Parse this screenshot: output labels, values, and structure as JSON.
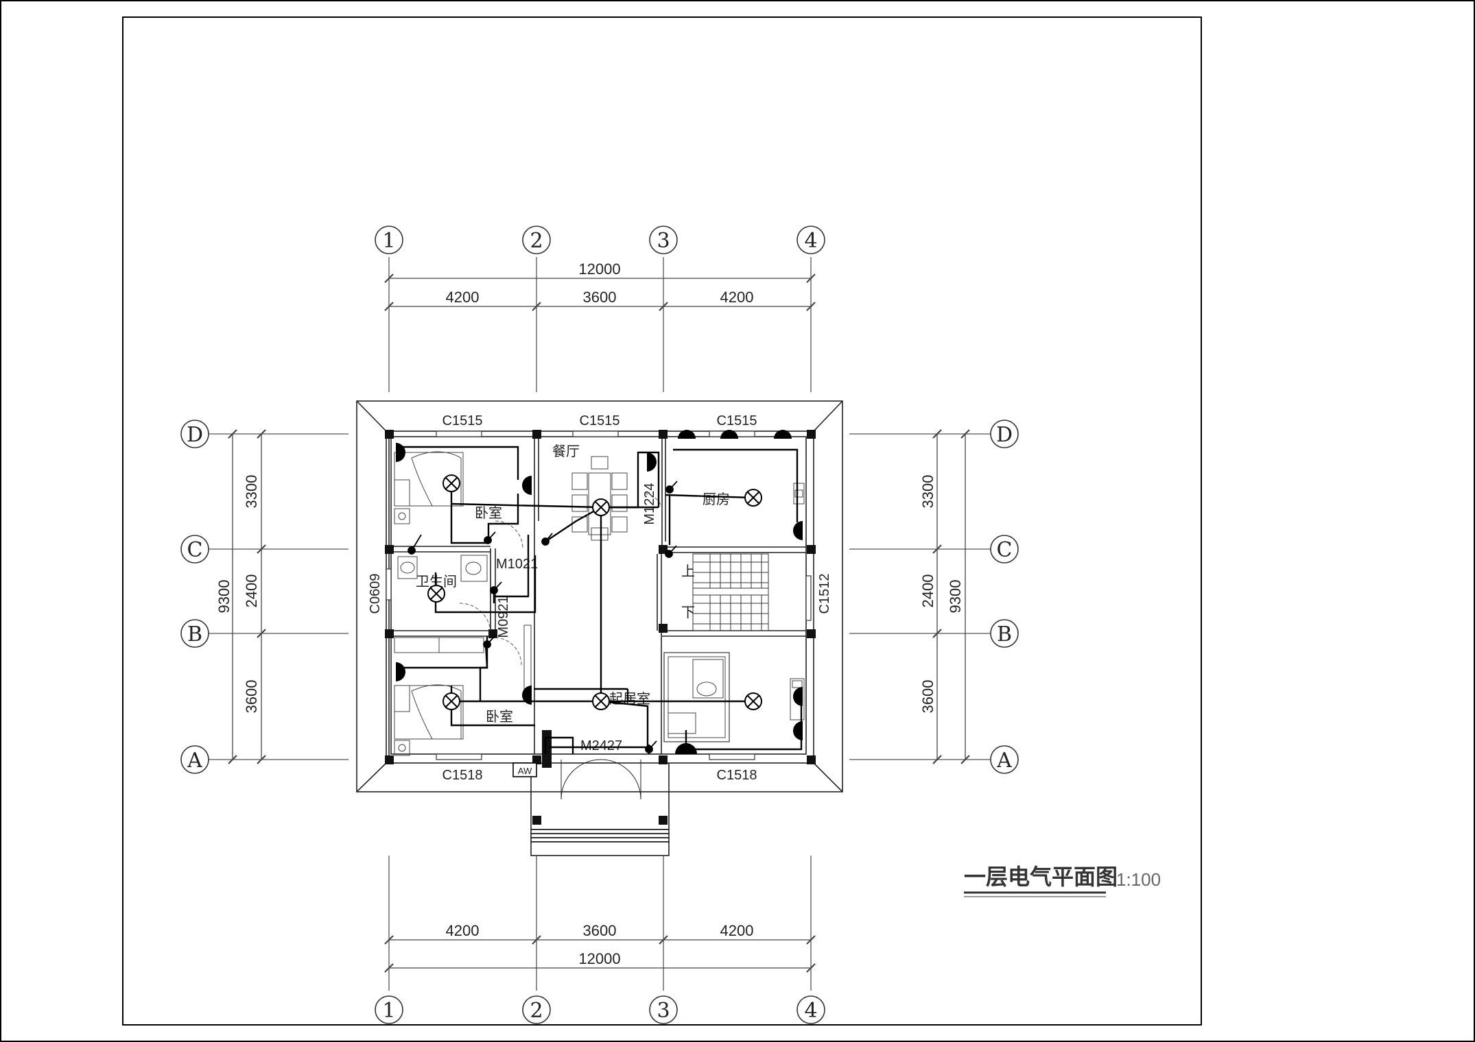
{
  "drawing": {
    "title": "一层电气平面图",
    "scale": "1:100"
  },
  "axes": {
    "columns": [
      "1",
      "2",
      "3",
      "4"
    ],
    "rows": [
      "D",
      "C",
      "B",
      "A"
    ]
  },
  "dimensions": {
    "top_total": "12000",
    "top_spans": [
      "4200",
      "3600",
      "4200"
    ],
    "bottom_total": "12000",
    "bottom_spans": [
      "4200",
      "3600",
      "4200"
    ],
    "left_total": "9300",
    "left_spans": [
      "3300",
      "2400",
      "3600"
    ],
    "right_total": "9300",
    "right_spans": [
      "3300",
      "2400",
      "3600"
    ]
  },
  "windows": {
    "top_1": "C1515",
    "top_2": "C1515",
    "top_3": "C1515",
    "bottom_left": "C1518",
    "bottom_right": "C1518",
    "left": "C0609",
    "right": "C1512"
  },
  "doors": {
    "bedroom_door": "M1021",
    "bath_door": "M0921",
    "kitchen_door": "M1224",
    "entrance_door": "M2427"
  },
  "rooms": {
    "bedroom_top": "卧室",
    "bedroom_bottom": "卧室",
    "dining": "餐厅",
    "kitchen": "厨房",
    "bathroom": "卫生间",
    "living": "起居室",
    "stair_up": "上",
    "stair_down": "下"
  },
  "panel": "AW"
}
